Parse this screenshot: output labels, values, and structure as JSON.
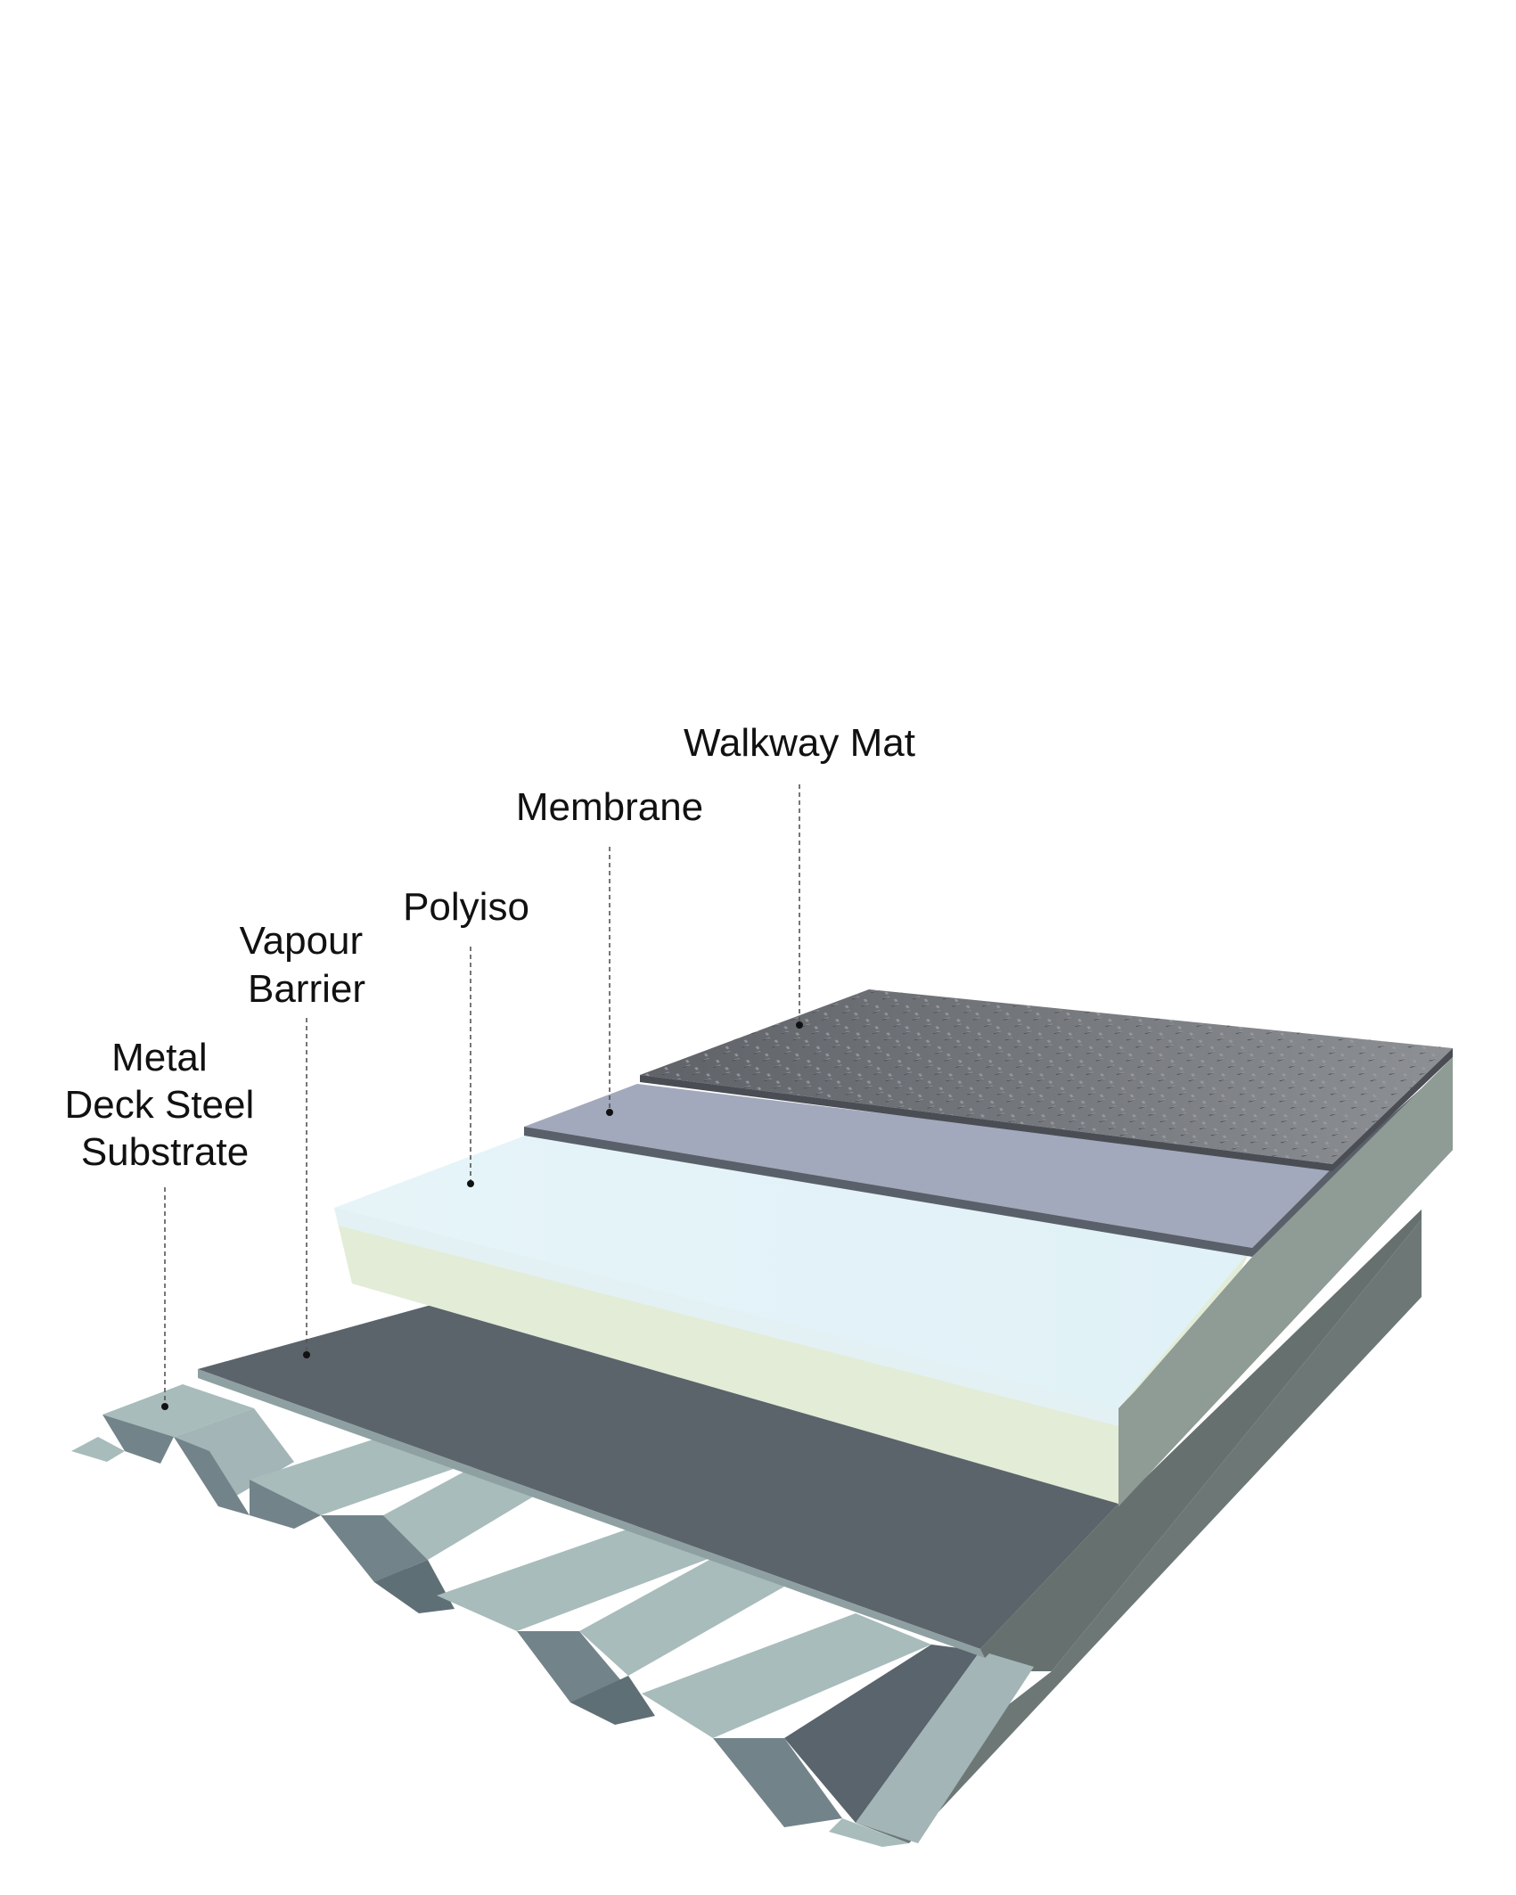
{
  "labels": {
    "walkway_mat": "Walkway Mat",
    "membrane": "Membrane",
    "polyiso": "Polyiso",
    "vapour_barrier": [
      "Vapour",
      "Barrier"
    ],
    "metal_deck": [
      "Metal",
      "Deck Steel",
      "Substrate"
    ]
  },
  "colors": {
    "deck_light": "#a7bcbb",
    "deck_mid": "#73838a",
    "deck_dark": "#59646d",
    "deck_side": "#66716f",
    "vapour_barrier": "#5b636b",
    "polyiso_top": "#e3f3f8",
    "polyiso_front": "#e3ecd6",
    "polyiso_side": "#8d9a94",
    "membrane": "#a3a9bc",
    "membrane_edge": "#5a6069",
    "walkway_mat": "#6c6f74",
    "text": "#111111"
  }
}
